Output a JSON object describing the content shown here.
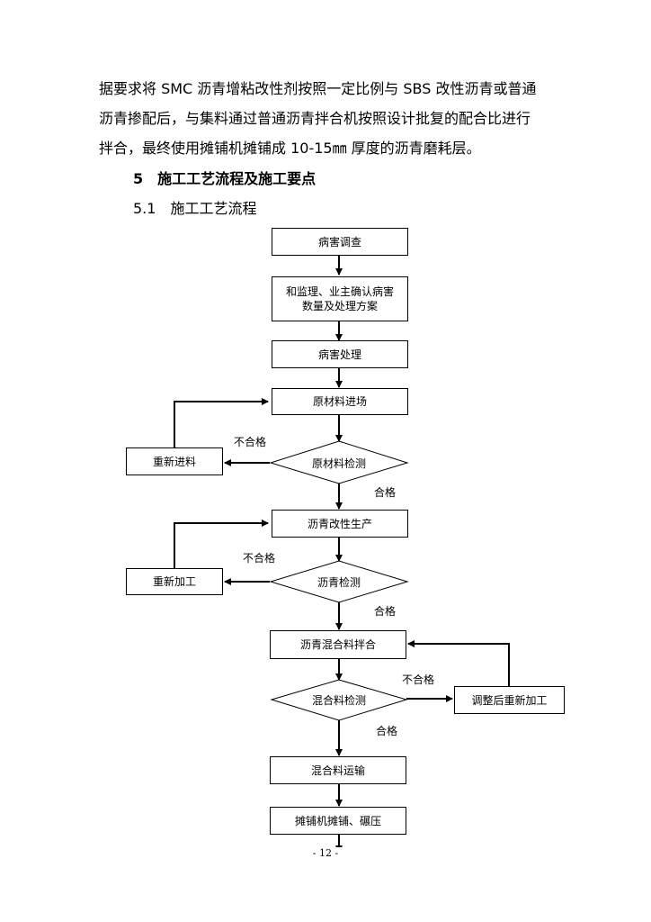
{
  "paragraph": {
    "lines": [
      "据要求将 SMC 沥青增粘改性剂按照一定比例与 SBS 改性沥青或普通",
      "沥青掺配后，与集料通过普通沥青拌合机按照设计批复的配合比进行",
      "拌合，最终使用摊铺机摊铺成 10-15㎜ 厚度的沥青磨耗层。"
    ]
  },
  "section": {
    "heading": "5　施工工艺流程及施工要点",
    "subheading": "5.1　施工工艺流程"
  },
  "flowchart": {
    "steps": {
      "survey": "病害调查",
      "confirm": "和监理、业主确认病害数量及处理方案",
      "treatment": "病害处理",
      "material_entry": "原材料进场",
      "material_check": "原材料检测",
      "reentry": "重新进料",
      "asphalt_production": "沥青改性生产",
      "asphalt_check": "沥青检测",
      "reprocess": "重新加工",
      "mixing": "沥青混合料拌合",
      "mix_check": "混合料检测",
      "adjust_reprocess": "调整后重新加工",
      "transport": "混合料运输",
      "paving": "摊铺机摊铺、碾压"
    },
    "labels": {
      "fail": "不合格",
      "pass": "合格"
    }
  },
  "footer": {
    "page_number": "- 12 -"
  }
}
